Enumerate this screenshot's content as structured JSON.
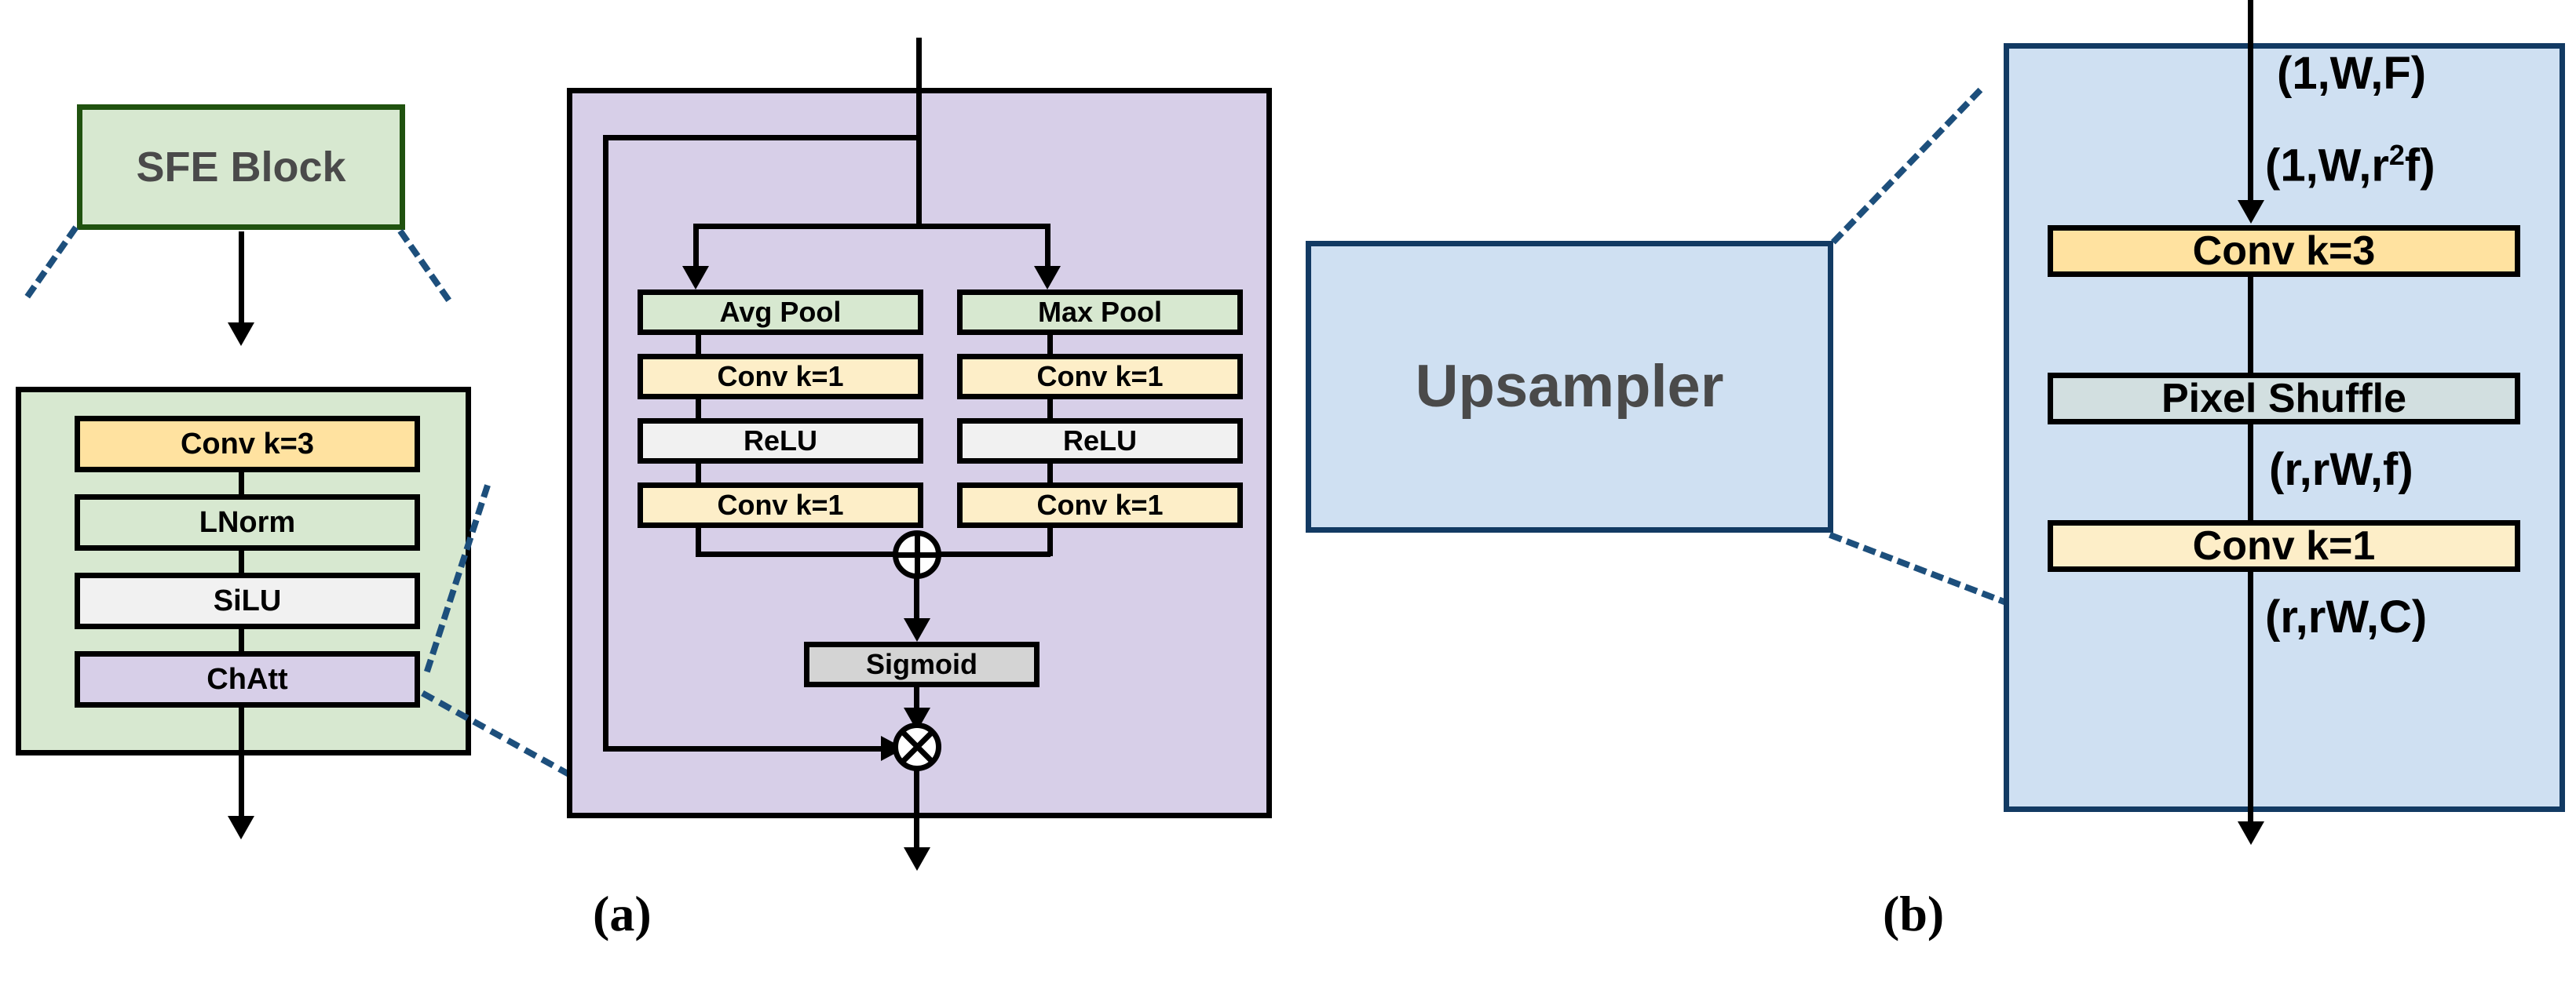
{
  "figure": {
    "captions": [
      {
        "id": "a",
        "label": "(a)"
      },
      {
        "id": "b",
        "label": "(b)"
      }
    ]
  },
  "colors": {
    "green_fill": "#d7e8d0",
    "green_border": "#20520f",
    "purple_fill": "#d7cfe8",
    "blue_fill": "#cfe0f2",
    "blue_border": "#123a63",
    "yellow_fill": "#ffe2a0",
    "yellow_light_fill": "#fdeec8",
    "grey_light_fill": "#f1f1f1",
    "grey_fill": "#d4d4d4",
    "grey_blue_fill": "#d2dfe0",
    "title_text": "#4a4a4a",
    "leader_line": "#1d4f7c",
    "stroke": "#000000"
  },
  "panel_a": {
    "sfe_block": {
      "title": "SFE Block",
      "layers": [
        {
          "label": "Conv k=3",
          "style": "yellow"
        },
        {
          "label": "LNorm",
          "style": "green"
        },
        {
          "label": "SiLU",
          "style": "grey-light"
        },
        {
          "label": "ChAtt",
          "style": "purple"
        }
      ]
    },
    "channel_attention": {
      "branches": [
        {
          "name": "avg-branch",
          "steps": [
            {
              "label": "Avg Pool",
              "style": "green"
            },
            {
              "label": "Conv k=1",
              "style": "yellow-light"
            },
            {
              "label": "ReLU",
              "style": "grey-light"
            },
            {
              "label": "Conv k=1",
              "style": "yellow-light"
            }
          ]
        },
        {
          "name": "max-branch",
          "steps": [
            {
              "label": "Max Pool",
              "style": "green"
            },
            {
              "label": "Conv k=1",
              "style": "yellow-light"
            },
            {
              "label": "ReLU",
              "style": "grey-light"
            },
            {
              "label": "Conv k=1",
              "style": "yellow-light"
            }
          ]
        }
      ],
      "merge_operator": {
        "symbol": "+",
        "name": "element-wise-add"
      },
      "activation": {
        "label": "Sigmoid",
        "style": "grey"
      },
      "scale_operator": {
        "symbol": "×",
        "name": "element-wise-multiply"
      }
    }
  },
  "panel_b": {
    "upsampler": {
      "title": "Upsampler",
      "steps": [
        {
          "label": "Conv k=3",
          "style": "yellow"
        },
        {
          "label": "Pixel Shuffle",
          "style": "grey-blue"
        },
        {
          "label": "Conv k=1",
          "style": "yellow-light"
        }
      ],
      "tensor_shapes": [
        {
          "id": "in",
          "text": "(1,W,F)",
          "sup": ""
        },
        {
          "id": "mid1",
          "text_pre": "(1,W,r",
          "sup": "2",
          "text_post": "f)"
        },
        {
          "id": "mid2",
          "text": "(r,rW,f)",
          "sup": ""
        },
        {
          "id": "out",
          "text": "(r,rW,C)",
          "sup": ""
        }
      ]
    }
  }
}
